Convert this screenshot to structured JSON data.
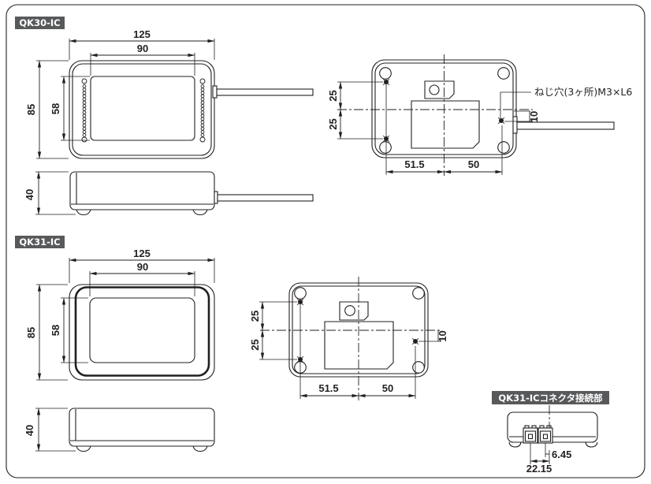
{
  "colors": {
    "line": "#231f20",
    "label_bg": "#58595b",
    "label_fg": "#ffffff",
    "bg": "#ffffff"
  },
  "qk30": {
    "label": "QK30-IC",
    "front": {
      "outer_width": "125",
      "inner_width": "90",
      "outer_height": "85",
      "inner_height": "58"
    },
    "side": {
      "height": "40"
    },
    "rear": {
      "hole_top": "25",
      "hole_bottom": "25",
      "span_left": "51.5",
      "span_right": "50",
      "cable_offset": "10",
      "screw_note": "ねじ穴(3ヶ所)M3×L6"
    }
  },
  "qk31": {
    "label": "QK31-IC",
    "front": {
      "outer_width": "125",
      "inner_width": "90",
      "outer_height": "85",
      "inner_height": "58"
    },
    "side": {
      "height": "40"
    },
    "rear": {
      "hole_top": "25",
      "hole_bottom": "25",
      "span_left": "51.5",
      "span_right": "50",
      "cable_offset": "10"
    }
  },
  "connector": {
    "label": "QK31-ICコネクタ接続部",
    "offset_center": "6.45",
    "offset_outer": "22.15"
  }
}
